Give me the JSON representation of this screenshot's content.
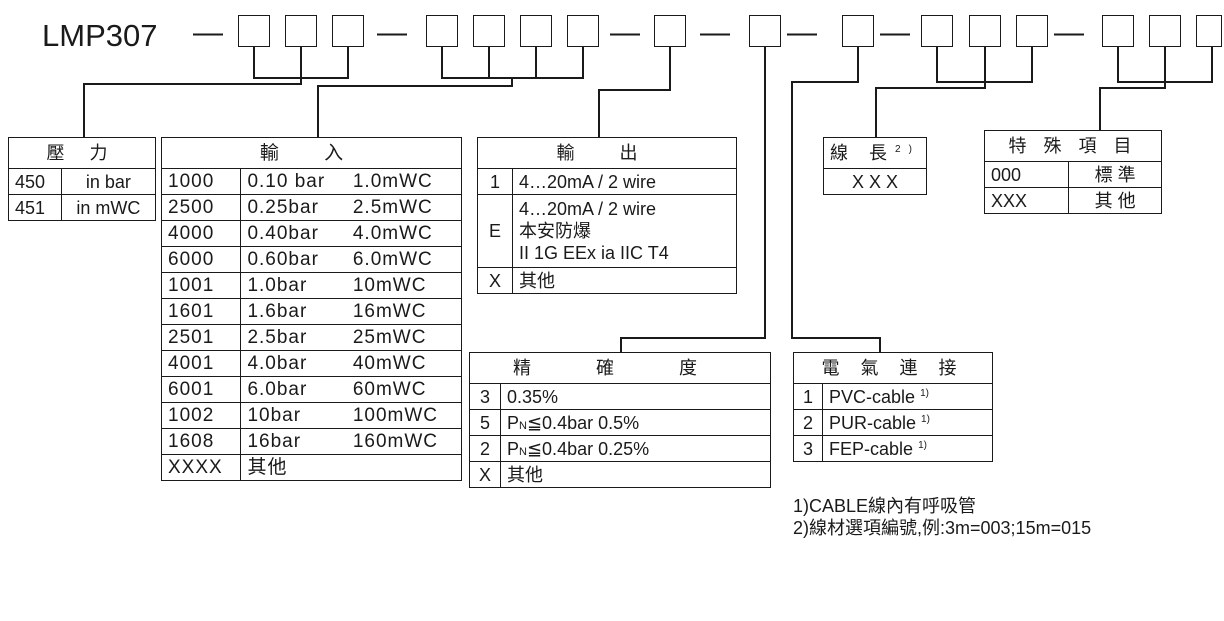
{
  "model": "LMP307",
  "dash": "—",
  "pressure": {
    "header": "壓 力",
    "rows": [
      {
        "code": "450",
        "desc": "in bar"
      },
      {
        "code": "451",
        "desc": "in mWC"
      }
    ]
  },
  "input": {
    "header": "輸 入",
    "rows": [
      {
        "code": "1000",
        "bar": "0.10 bar",
        "mwc": "1.0mWC"
      },
      {
        "code": "2500",
        "bar": "0.25bar",
        "mwc": "2.5mWC"
      },
      {
        "code": "4000",
        "bar": "0.40bar",
        "mwc": "4.0mWC"
      },
      {
        "code": "6000",
        "bar": "0.60bar",
        "mwc": "6.0mWC"
      },
      {
        "code": "1001",
        "bar": "1.0bar",
        "mwc": "10mWC"
      },
      {
        "code": "1601",
        "bar": "1.6bar",
        "mwc": "16mWC"
      },
      {
        "code": "2501",
        "bar": "2.5bar",
        "mwc": "25mWC"
      },
      {
        "code": "4001",
        "bar": "4.0bar",
        "mwc": "40mWC"
      },
      {
        "code": "6001",
        "bar": "6.0bar",
        "mwc": "60mWC"
      },
      {
        "code": "1002",
        "bar": "10bar",
        "mwc": "100mWC"
      },
      {
        "code": "1608",
        "bar": "16bar",
        "mwc": "160mWC"
      }
    ],
    "other_code": "XXXX",
    "other_text": "其他"
  },
  "output": {
    "header": "輸 出",
    "row1_code": "1",
    "row1_text": "4…20mA / 2 wire",
    "row2_code": "E",
    "row2_line1": "4…20mA / 2 wire",
    "row2_line2": "本安防爆",
    "row2_line3": "II 1G EEx ia IIC T4",
    "row3_code": "X",
    "row3_text": "其他"
  },
  "accuracy": {
    "header": "精 確 度",
    "r1_code": "3",
    "r1_text": "0.35%",
    "r2_code": "5",
    "r2_p": "P",
    "r2_sub": "N",
    "r2_rest": "≦0.4bar 0.5%",
    "r3_code": "2",
    "r3_p": "P",
    "r3_sub": "N",
    "r3_rest": "≦0.4bar 0.25%",
    "r4_code": "X",
    "r4_text": "其他"
  },
  "electrical": {
    "header": "電 氣 連 接",
    "rows": [
      {
        "code": "1",
        "text": "PVC-cable",
        "note": "1)"
      },
      {
        "code": "2",
        "text": "PUR-cable",
        "note": "1)"
      },
      {
        "code": "3",
        "text": "FEP-cable",
        "note": "1)"
      }
    ]
  },
  "cable_length": {
    "header": "線 長",
    "note": "2)",
    "value": "X X X"
  },
  "special": {
    "header": "特 殊 項 目",
    "rows": [
      {
        "code": "000",
        "text": "標 準"
      },
      {
        "code": "XXX",
        "text": "其 他"
      }
    ]
  },
  "notes": [
    "1)CABLE線內有呼吸管",
    "2)線材選項編號,例:3m=003;15m=015"
  ]
}
